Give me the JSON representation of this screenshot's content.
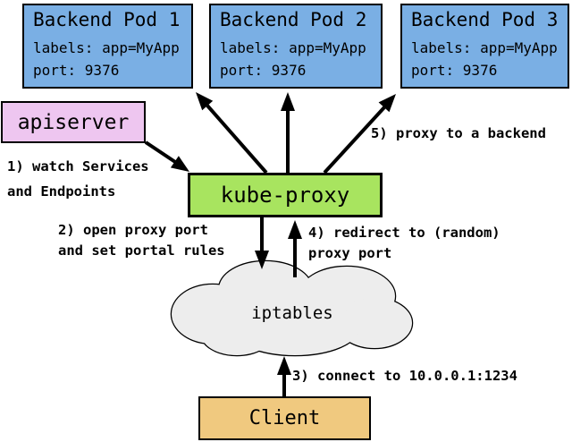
{
  "colors": {
    "pod_fill": "#7AAFE4",
    "apiserver_fill": "#EEC6F0",
    "kube_proxy_fill": "#A8E45F",
    "client_fill": "#F0C97F",
    "cloud_fill": "#EDEDED",
    "line": "#000000"
  },
  "nodes": {
    "pod1": {
      "title": "Backend Pod 1",
      "labels": "labels: app=MyApp",
      "port": "port: 9376"
    },
    "pod2": {
      "title": "Backend Pod 2",
      "labels": "labels: app=MyApp",
      "port": "port: 9376"
    },
    "pod3": {
      "title": "Backend Pod 3",
      "labels": "labels: app=MyApp",
      "port": "port: 9376"
    },
    "apiserver": {
      "title": "apiserver"
    },
    "kube_proxy": {
      "title": "kube-proxy"
    },
    "iptables": {
      "title": "iptables"
    },
    "client": {
      "title": "Client"
    }
  },
  "annotations": {
    "step1": {
      "line1": "1) watch Services",
      "line2": "and Endpoints"
    },
    "step2": {
      "line1": "2) open proxy port",
      "line2": "and set portal rules"
    },
    "step3": {
      "line1": "3) connect to 10.0.0.1:1234"
    },
    "step4": {
      "line1": "4) redirect to (random)",
      "line2": "proxy port"
    },
    "step5": {
      "line1": "5) proxy to a backend"
    }
  }
}
